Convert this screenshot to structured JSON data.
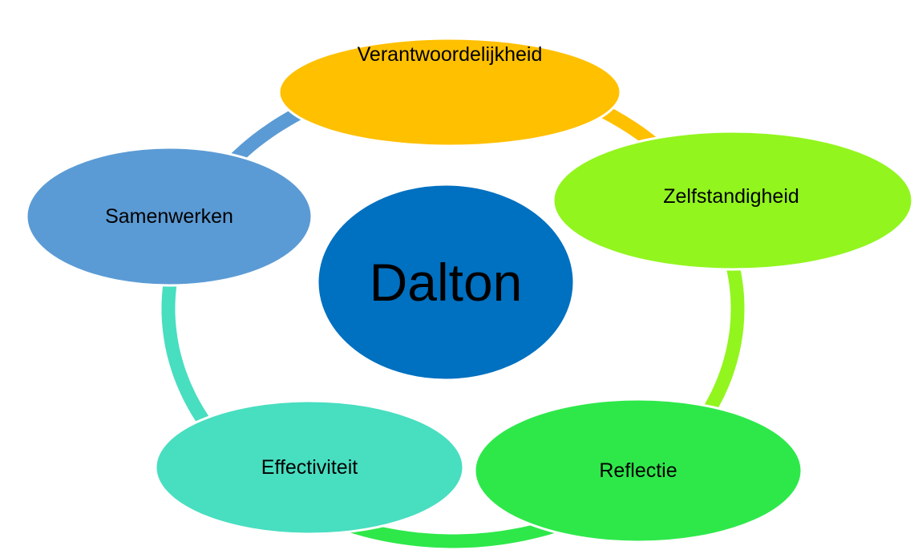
{
  "center": {
    "label": "Dalton",
    "color": "#0070C0"
  },
  "nodes": [
    {
      "label": "Verantwoordelijkheid",
      "color": "#FFC000"
    },
    {
      "label": "Zelfstandigheid",
      "color": "#92F51E"
    },
    {
      "label": "Reflectie",
      "color": "#2EE84A"
    },
    {
      "label": "Effectiviteit",
      "color": "#48DEC0"
    },
    {
      "label": "Samenwerken",
      "color": "#5B9BD5"
    }
  ]
}
